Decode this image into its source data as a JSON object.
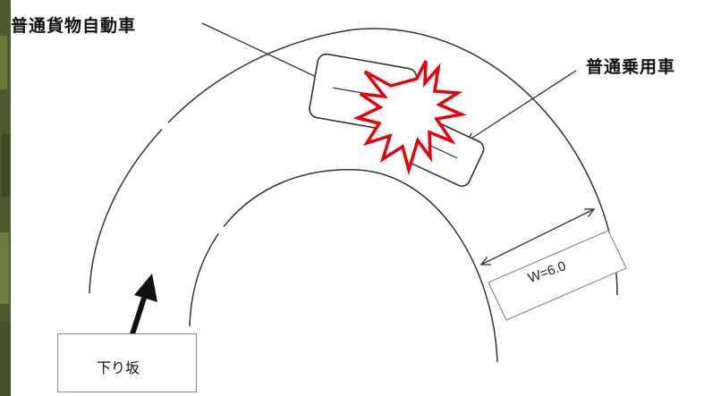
{
  "labels": {
    "truck": "普通貨物自動車",
    "car": "普通乗用車",
    "slope": "下り坂",
    "width": "W=6.0"
  },
  "colors": {
    "collision": "#e8000b",
    "lines": "#333333",
    "vegetation": "#4d5a2e"
  },
  "icons": {
    "collision": "collision-burst-icon",
    "direction": "direction-arrow-icon"
  }
}
